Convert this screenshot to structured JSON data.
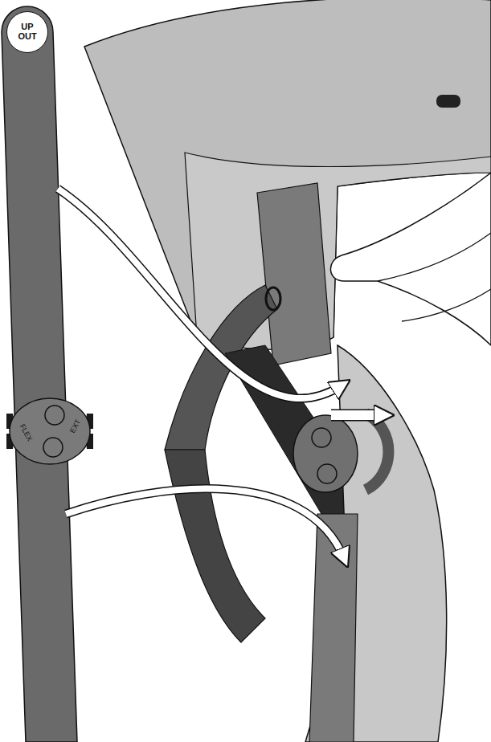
{
  "diagram": {
    "nodes": [
      {
        "text": [
          "UP OUT"
        ]
      },
      {
        "text": [
          "FLEX",
          "EXT"
        ]
      }
    ]
  }
}
